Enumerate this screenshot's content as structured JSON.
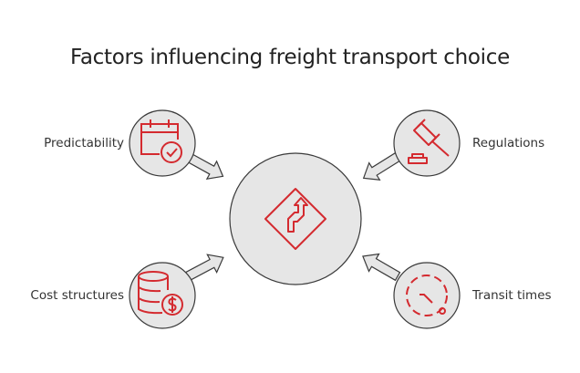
{
  "title": "Factors influencing freight transport choice",
  "factors": [
    {
      "label": "Predictability",
      "icon": "calendar-check-icon"
    },
    {
      "label": "Regulations",
      "icon": "gavel-icon"
    },
    {
      "label": "Cost structures",
      "icon": "coins-dollar-icon"
    },
    {
      "label": "Transit times",
      "icon": "clock-icon"
    }
  ],
  "center_icon": "winding-road-sign-icon",
  "colors": {
    "accent": "#d42a2f",
    "fill": "#e6e6e6",
    "stroke": "#3a3a3a"
  }
}
